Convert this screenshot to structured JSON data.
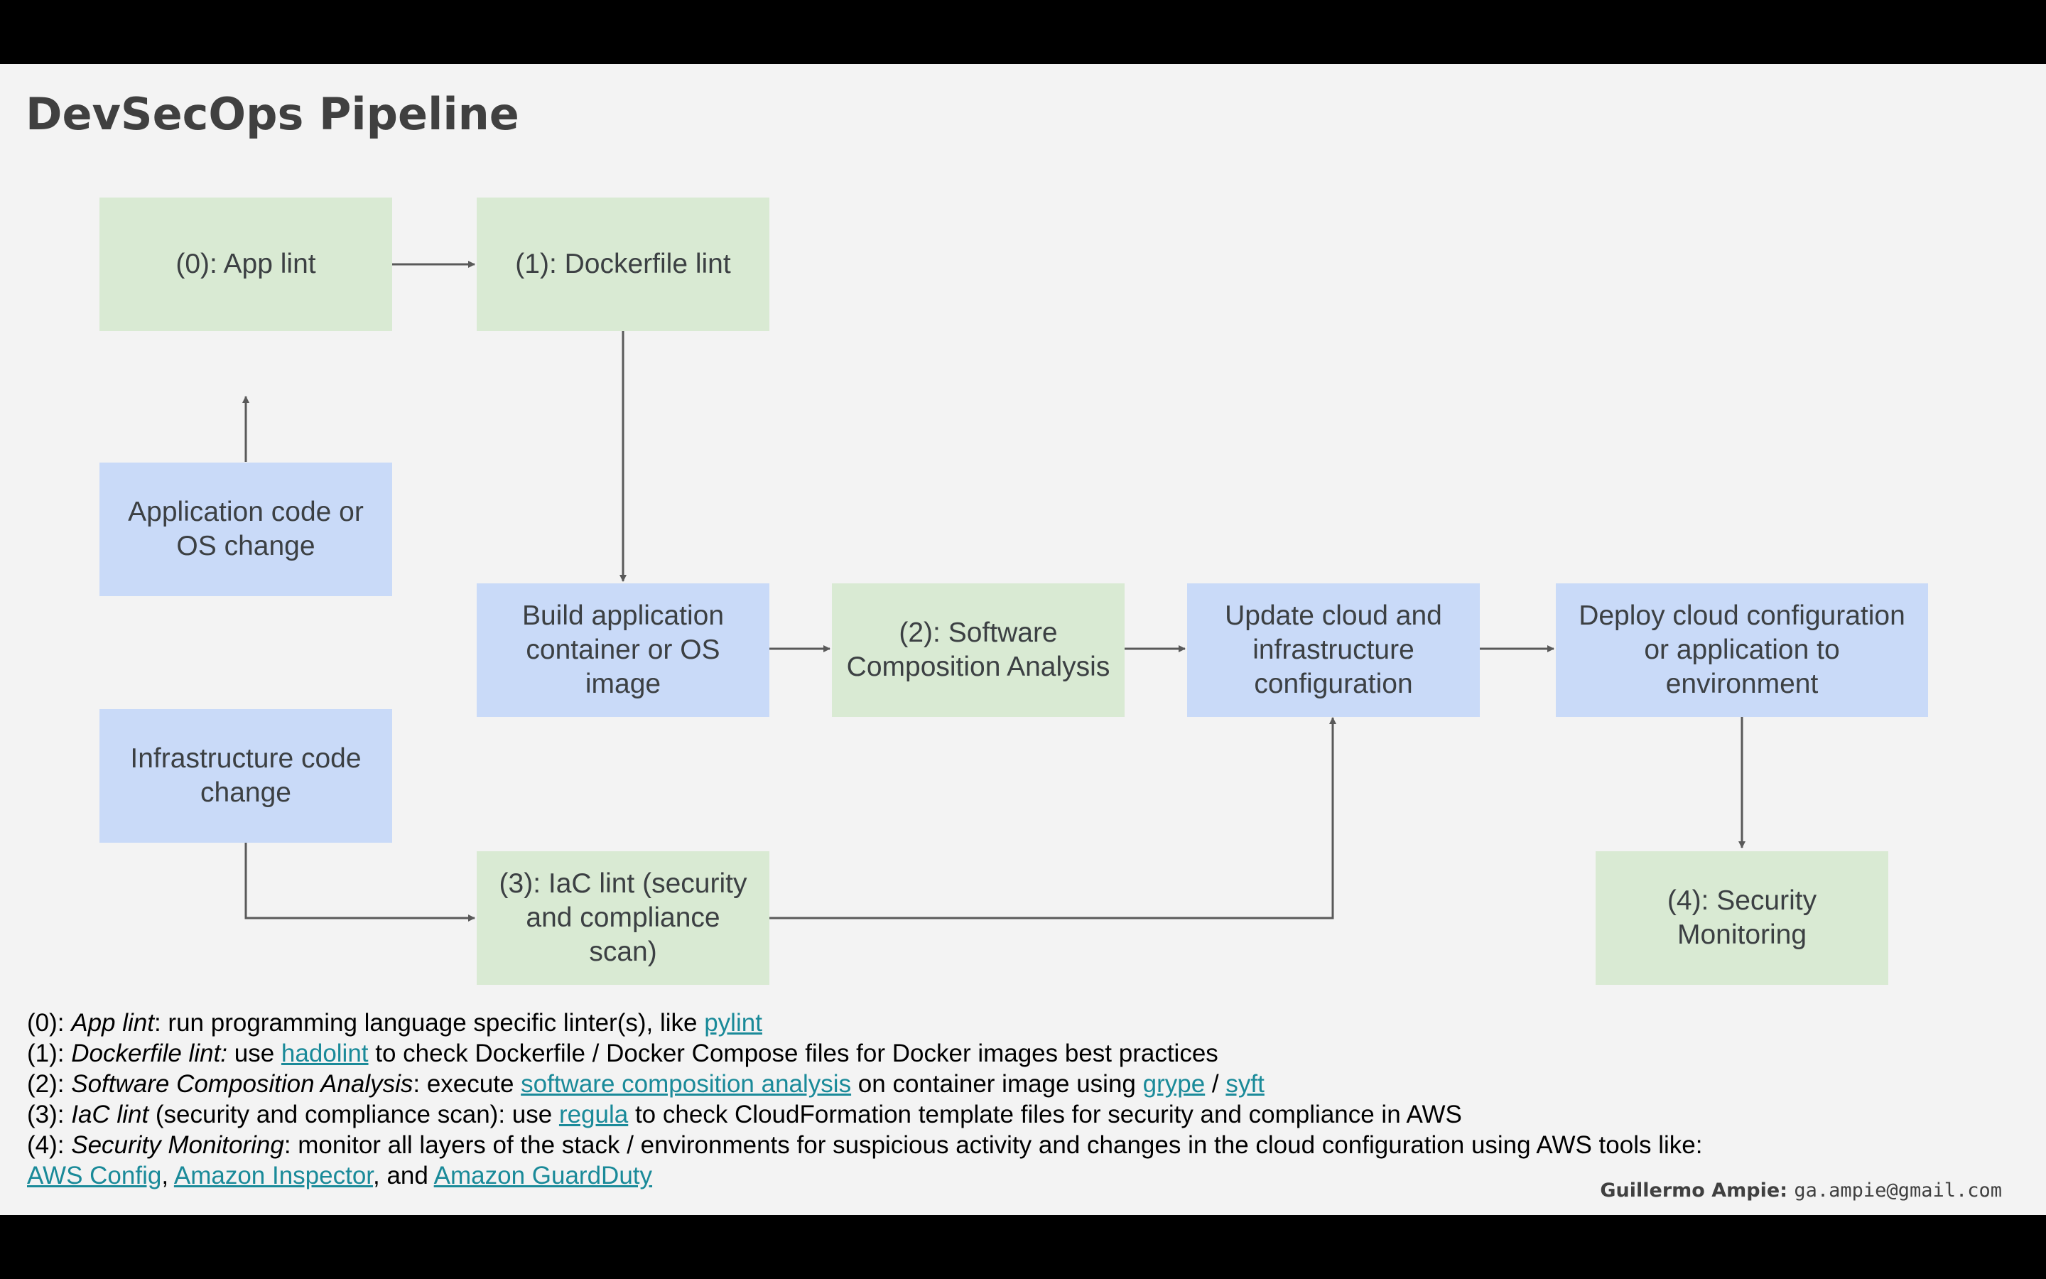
{
  "title": "DevSecOps Pipeline",
  "nodes": {
    "app_lint": "(0): App lint",
    "dockerfile_lint": "(1): Dockerfile lint",
    "app_code_change": "Application code or OS change",
    "build_image": "Build application container or OS image",
    "sca": "(2): Software Composition Analysis",
    "update_cloud": "Update cloud and infrastructure configuration",
    "deploy": "Deploy cloud configuration or application to environment",
    "infra_code_change": "Infrastructure code change",
    "iac_lint": "(3): IaC lint (security and compliance scan)",
    "security_monitoring": "(4): Security Monitoring"
  },
  "colors": {
    "check_box": "#d9ead3",
    "action_box": "#c9daf8",
    "arrow": "#595959",
    "link": "#1a8a99"
  },
  "notes": {
    "n0": {
      "prefix": "(0): ",
      "term": "App lint",
      "text1": ": run programming language specific linter(s), like ",
      "link1": "pylint"
    },
    "n1": {
      "prefix": "(1): ",
      "term": "Dockerfile lint:",
      "text1": " use ",
      "link1": "hadolint",
      "text2": " to check Dockerfile / Docker Compose files for Docker images best practices"
    },
    "n2": {
      "prefix": "(2): ",
      "term": "Software Composition Analysis",
      "text1": ": execute ",
      "link1": "software composition analysis",
      "text2": " on container image using ",
      "link2": "grype",
      "text3": " / ",
      "link3": "syft"
    },
    "n3": {
      "prefix": "(3): ",
      "term": "IaC lint",
      "text1": " (security and compliance scan): use ",
      "link1": "regula",
      "text2": " to check CloudFormation template files for security and compliance in AWS"
    },
    "n4": {
      "prefix": "(4): ",
      "term": "Security Monitoring",
      "text1": ": monitor all layers of the stack / environments for suspicious activity and changes in the cloud configuration using AWS tools like:"
    },
    "n4_links": {
      "link1": "AWS Config",
      "sep1": ", ",
      "link2": "Amazon Inspector",
      "sep2": ", and ",
      "link3": "Amazon GuardDuty"
    }
  },
  "credit": {
    "name": "Guillermo Ampie",
    "sep": ": ",
    "email": "ga.ampie@gmail.com"
  }
}
